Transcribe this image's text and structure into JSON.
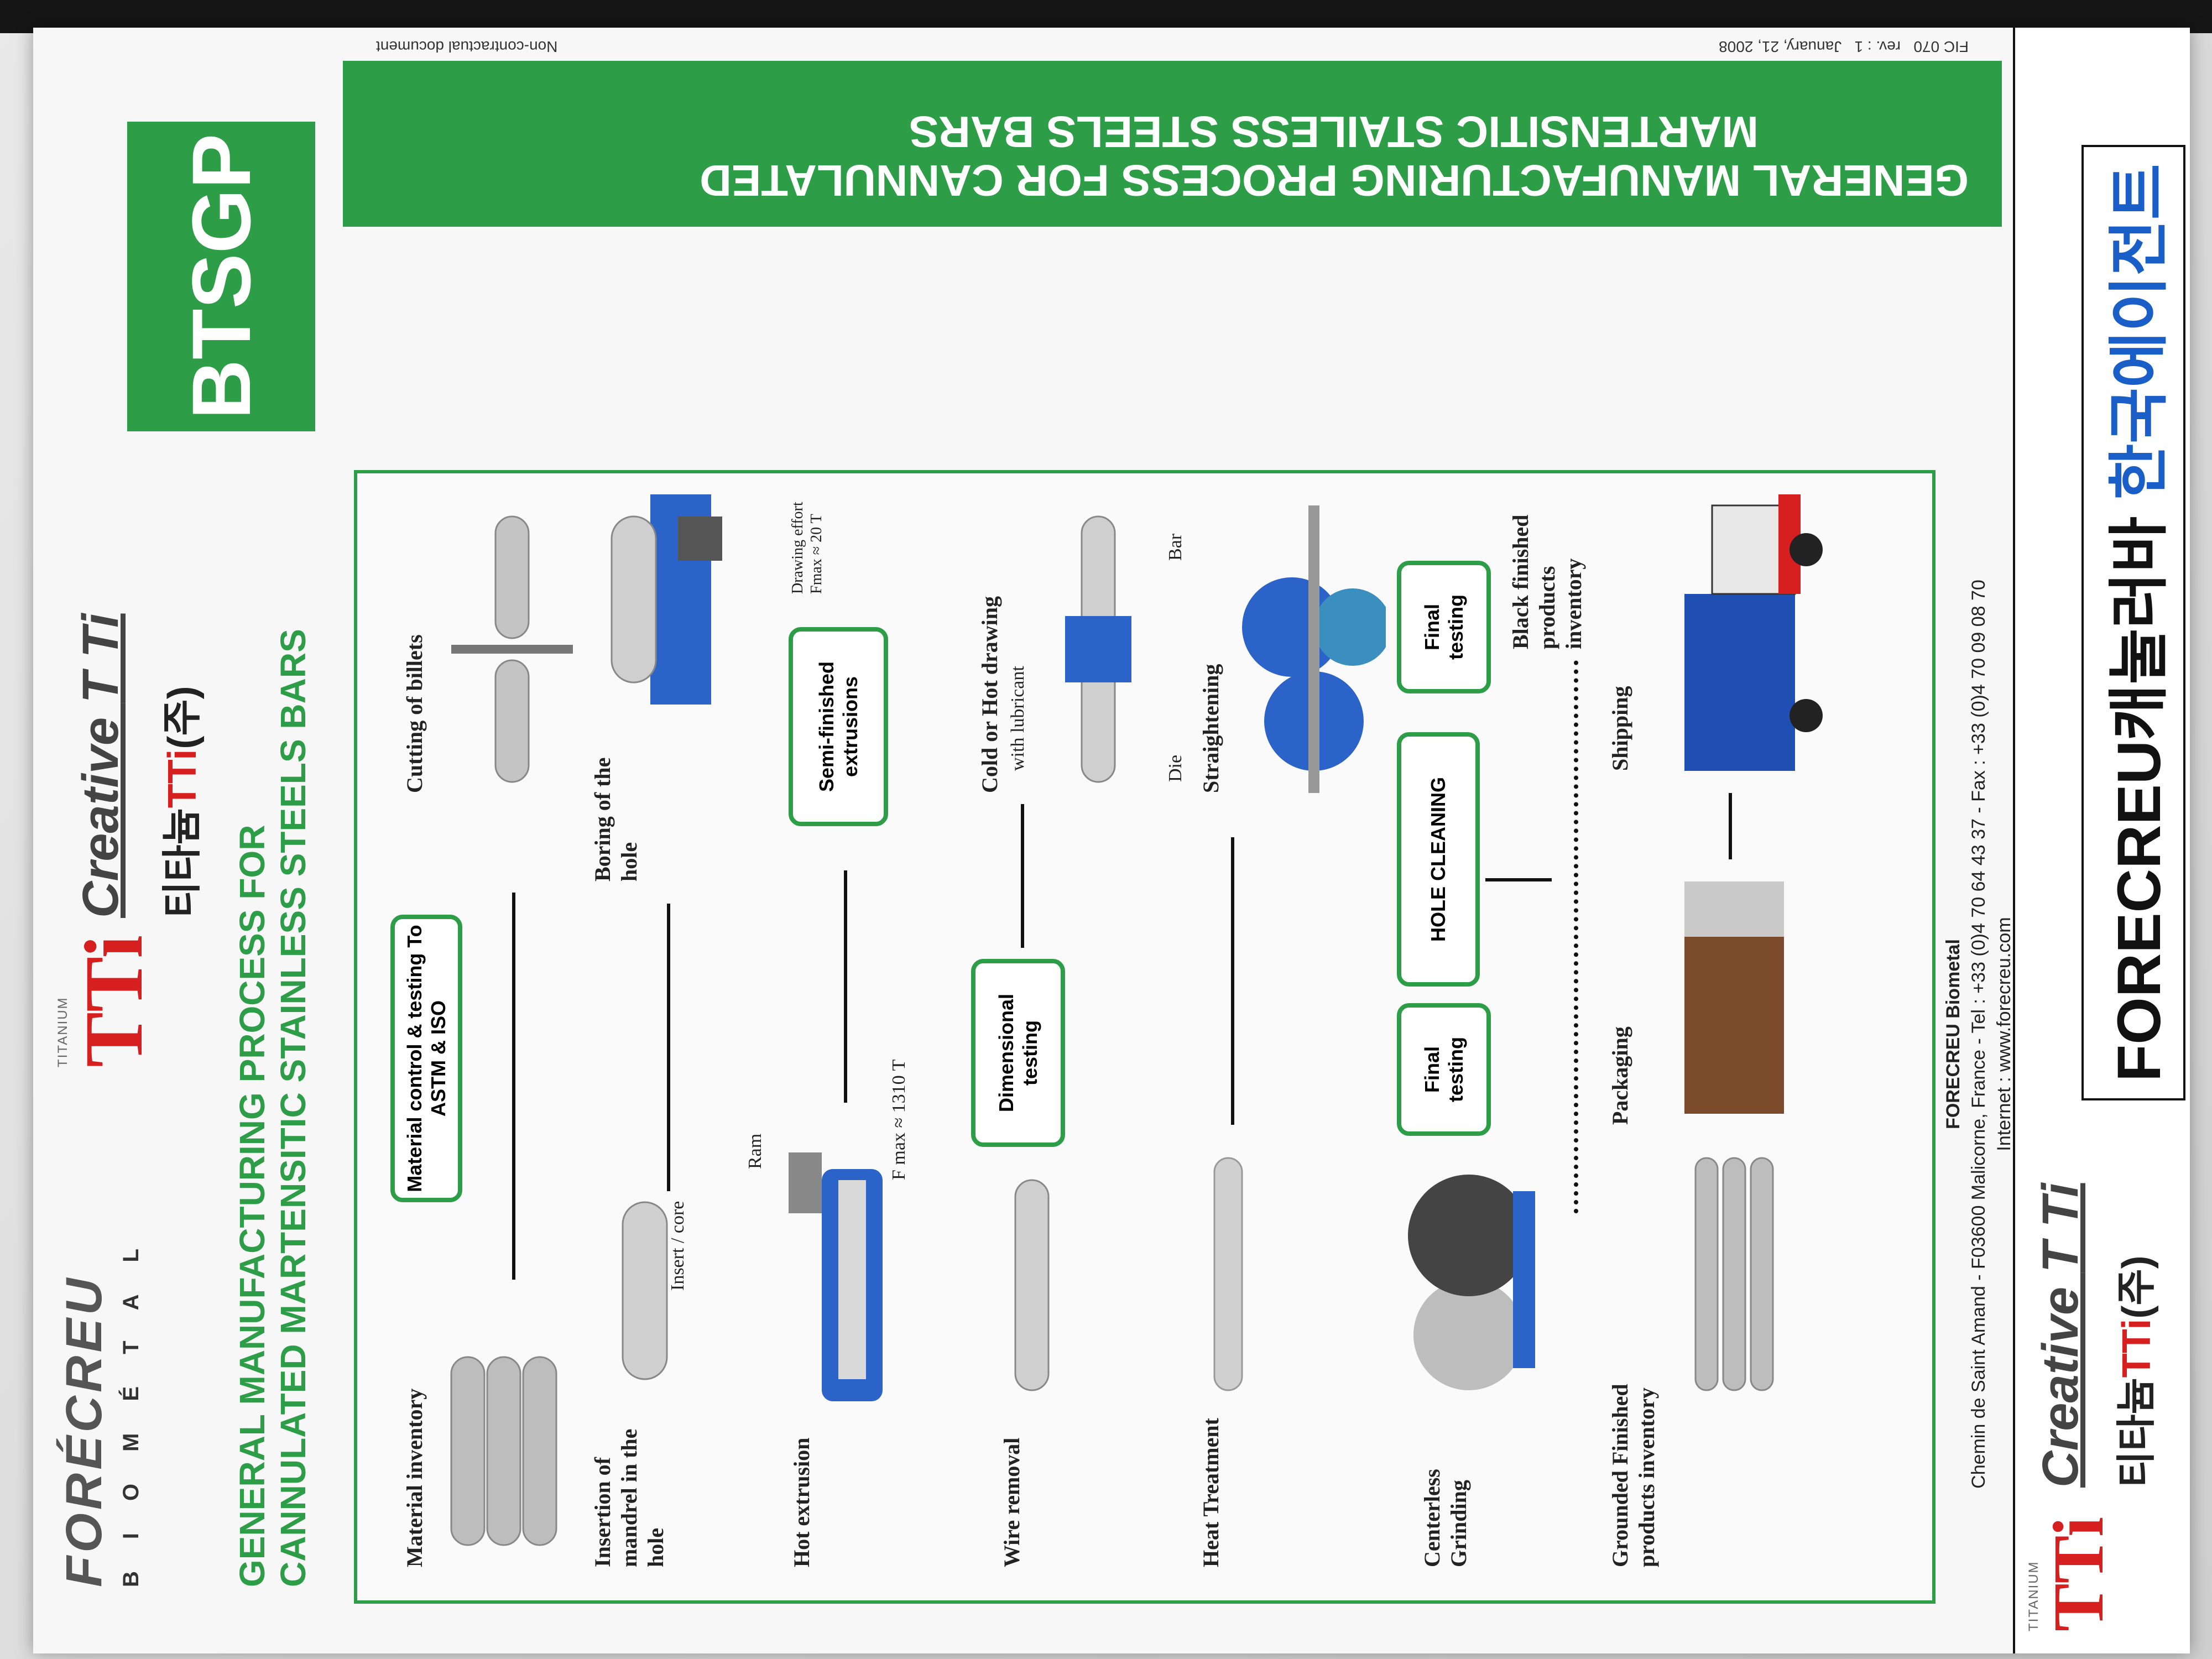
{
  "header": {
    "brand_name": "FORÉCREU",
    "brand_sub": "BIOMÉTAL",
    "titanium_small": "TITANIUM",
    "tti_mark": "TTi",
    "creative_prefix": "Creative ",
    "creative_tti": "T Ti",
    "korean_prefix": "티타늄",
    "korean_tti": "TTi",
    "korean_suffix": "(주)",
    "code": "BTSGP",
    "title_line1": "GENERAL MANUFACTURING PROCESS FOR",
    "title_line2": "CANNULATED MARTENSITIC STAINLESS STEELS BARS"
  },
  "banner": {
    "line1": "GENERAL MANUFACTURING PROCESS FOR CANNULATED",
    "line2": "MARTENSITIC STAILESS STEELS BARS",
    "doc_code": "FIC 070",
    "rev": "rev. : 1",
    "date": "January, 21, 2008",
    "non_contractual": "Non-contractual document"
  },
  "steps": {
    "material_inventory": "Material inventory",
    "material_control": "Material control & testing To ASTM & ISO",
    "cutting": "Cutting of billets",
    "insertion": "Insertion of mandrel in the hole",
    "insert_core": "Insert / core",
    "boring": "Boring of the hole",
    "hot_extrusion": "Hot extrusion",
    "ram": "Ram",
    "f_max": "F max ≈ 1310 T",
    "semi_finished": "Semi-finished extrusions",
    "drawing_effort": "Drawing effort Fmax ≈ 20 T",
    "wire_removal": "Wire removal",
    "dimensional_testing": "Dimensional testing",
    "cold_hot_drawing": "Cold or Hot drawing",
    "with_lubricant": "with lubricant",
    "die": "Die",
    "bar": "Bar",
    "heat_treatment": "Heat Treatment",
    "straightening": "Straightening",
    "centerless_grinding": "Centerless Grinding",
    "final_testing_1": "Final testing",
    "hole_cleaning": "HOLE CLEANING",
    "final_testing_2": "Final testing",
    "black_finished": "Black finished products inventory",
    "grounded_finished": "Grounded Finished products inventory",
    "packaging": "Packaging",
    "shipping": "Shipping"
  },
  "footer": {
    "company": "FORECREU Biometal",
    "address": "Chemin de Saint Amand - F03600  Malicorne, France - Tel : +33 (0)4  70 64 43 37  -  Fax : +33 (0)4 70 09 08 70",
    "internet": "Internet : www.forecreu.com"
  },
  "bottom": {
    "titanium_small": "TITANIUM",
    "tti_mark": "TTi",
    "creative_prefix": "Creative ",
    "creative_tti": "T Ti",
    "korean_prefix": "티타늄",
    "korean_tti": "TTi",
    "korean_suffix": "(주)",
    "fore_latin": "FORECREU",
    "fore_korean_black": "캐눌러바 ",
    "fore_korean_blue": "한국에이전트"
  },
  "colors": {
    "green": "#2e9d47",
    "red": "#d62020",
    "blue": "#1a5fc7"
  }
}
